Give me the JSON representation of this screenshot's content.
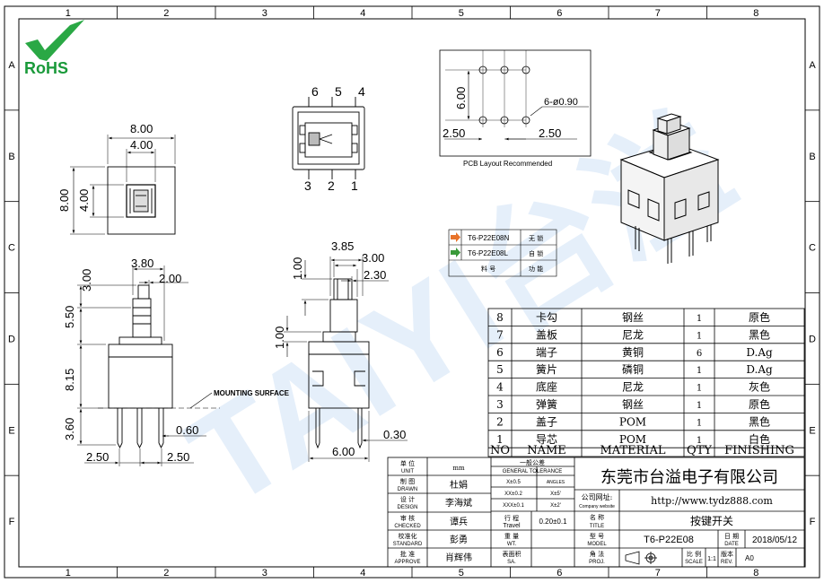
{
  "frame": {
    "col_numbers": [
      "1",
      "2",
      "3",
      "4",
      "5",
      "6",
      "7",
      "8"
    ],
    "row_letters": [
      "A",
      "B",
      "C",
      "D",
      "E",
      "F"
    ]
  },
  "logo": {
    "text": "RoHS",
    "color": "#1a9a3a"
  },
  "watermark": {
    "text": "TAIYI台溢",
    "color": "#4a90d9"
  },
  "views": {
    "top_view": {
      "width": "8.00",
      "inner_width": "4.00",
      "height": "8.00",
      "inner_height": "4.00"
    },
    "pin_view": {
      "top_pins": [
        "6",
        "5",
        "4"
      ],
      "bottom_pins": [
        "3",
        "2",
        "1"
      ]
    },
    "pcb_layout": {
      "height": "6.00",
      "hole_callout": "6-ø0.90",
      "left_pitch": "2.50",
      "right_pitch": "2.50",
      "caption": "PCB Layout Recommended"
    },
    "front_view": {
      "cap_width": "3.80",
      "cap_inner": "2.00",
      "dim_3_00": "3.00",
      "dim_5_50": "5.50",
      "dim_8_15": "8.15",
      "dim_3_60": "3.60",
      "dim_0_60": "0.60",
      "pitch_left": "2.50",
      "pitch_right": "2.50",
      "mounting_label": "MOUNTING SURFACE"
    },
    "side_view": {
      "dim_3_85": "3.85",
      "dim_3_00": "3.00",
      "dim_2_30": "2.30",
      "dim_1_00a": "1.00",
      "dim_1_00b": "1.00",
      "dim_0_30": "0.30",
      "dim_6_00": "6.00"
    }
  },
  "model_table": {
    "rows": [
      {
        "model": "T6-P22E08N",
        "function": "无 锁",
        "color": "#e8732a"
      },
      {
        "model": "T6-P22E08L",
        "function": "自 锁",
        "color": "#3a9a3a"
      }
    ],
    "header": [
      "料 号",
      "功 能"
    ]
  },
  "bom": {
    "rows": [
      {
        "no": "8",
        "name": "卡勾",
        "material": "钢丝",
        "qty": "1",
        "finishing": "原色"
      },
      {
        "no": "7",
        "name": "盖板",
        "material": "尼龙",
        "qty": "1",
        "finishing": "黑色"
      },
      {
        "no": "6",
        "name": "端子",
        "material": "黄铜",
        "qty": "6",
        "finishing": "D.Ag"
      },
      {
        "no": "5",
        "name": "簧片",
        "material": "磷铜",
        "qty": "1",
        "finishing": "D.Ag"
      },
      {
        "no": "4",
        "name": "底座",
        "material": "尼龙",
        "qty": "1",
        "finishing": "灰色"
      },
      {
        "no": "3",
        "name": "弹簧",
        "material": "钢丝",
        "qty": "1",
        "finishing": "原色"
      },
      {
        "no": "2",
        "name": "盖子",
        "material": "POM",
        "qty": "1",
        "finishing": "黑色"
      },
      {
        "no": "1",
        "name": "导芯",
        "material": "POM",
        "qty": "1",
        "finishing": "白色"
      }
    ],
    "header": {
      "no": "NO",
      "name": "NAME",
      "material": "MATERIAL",
      "qty": "QTY",
      "finishing": "FINISHING"
    }
  },
  "title_block": {
    "unit": {
      "cn": "单 位",
      "en": "UNIT",
      "value": "mm"
    },
    "drawn": {
      "cn": "制 图",
      "en": "DRAWN",
      "value": "杜娟"
    },
    "design": {
      "cn": "设 计",
      "en": "DESIGN",
      "value": "李海斌"
    },
    "checked": {
      "cn": "审 核",
      "en": "CHECKED",
      "value": "谭兵"
    },
    "standard": {
      "cn": "校准化",
      "en": "STANDARD",
      "value": "彭勇"
    },
    "approve": {
      "cn": "批 准",
      "en": "APPROVE",
      "value": "肖辉伟"
    },
    "tolerance": {
      "cn": "一般公差",
      "en": "GENERAL TOLERANCE",
      "angle": "ANGLES",
      "rows": [
        [
          "X±0.5",
          "X±1°"
        ],
        [
          "XX±0.2",
          "X±5'"
        ],
        [
          "XXX±0.1",
          "X±2'"
        ]
      ]
    },
    "travel": {
      "cn": "行 程",
      "en": "Travel",
      "value": "0.20±0.1"
    },
    "weight": {
      "cn": "重 量",
      "en": "WT."
    },
    "surface": {
      "cn": "表面积",
      "en": "SA."
    },
    "company": "东莞市台溢电子有限公司",
    "website_label": {
      "cn": "公司网址:",
      "en": "Company website"
    },
    "website": "http://www.tydz888.com",
    "title_label": {
      "cn": "名 称",
      "en": "TITLE"
    },
    "title": "按键开关",
    "model_label": {
      "cn": "型 号",
      "en": "MODEL"
    },
    "model": "T6-P22E08",
    "date_label": {
      "cn": "日 期",
      "en": "DATE"
    },
    "date": "2018/05/12",
    "proj_label": {
      "cn": "角 法",
      "en": "PROJ."
    },
    "scale_label": {
      "cn": "比 例",
      "en": "SCALE"
    },
    "scale": "1:1",
    "rev_label": {
      "cn": "版本",
      "en": "REV."
    },
    "rev": "A0"
  }
}
